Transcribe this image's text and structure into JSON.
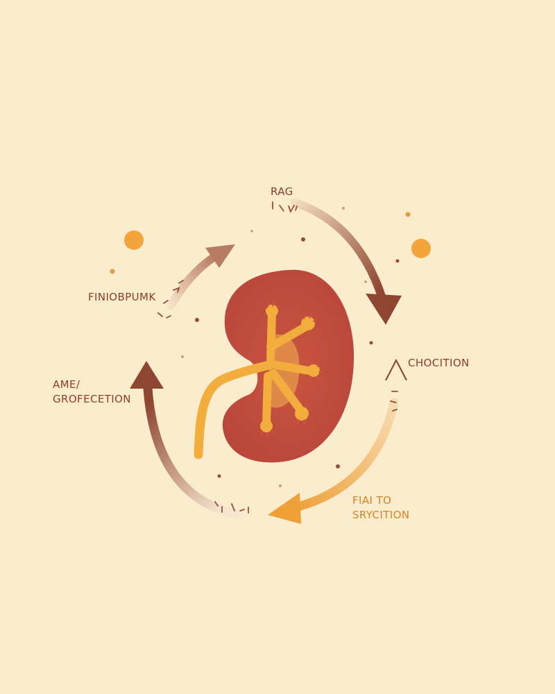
{
  "diagram": {
    "labels": {
      "top": "RAG",
      "left_upper": "FINIOBPUMK",
      "right_upper": "CHOCITION",
      "left_lower_line1": "AME/",
      "left_lower_line2": "GROFECETION",
      "right_lower_line1": "FIAI TO",
      "right_lower_line2": "SRYCITION"
    },
    "colors": {
      "background": "#fbeccd",
      "label_dark": "#8a3e2c",
      "label_orange": "#d9831f",
      "kidney": "#c9553f",
      "kidney_inner": "#e3934a",
      "ureter": "#f2ad3c",
      "arrow_brown": "#8f4631",
      "arrow_orange": "#ee9f36",
      "dot_orange": "#f3a53a",
      "dot_brown": "#9a4a34"
    },
    "icons": {
      "center": "kidney-icon",
      "arrows": "cycle-arrows-icon"
    }
  }
}
